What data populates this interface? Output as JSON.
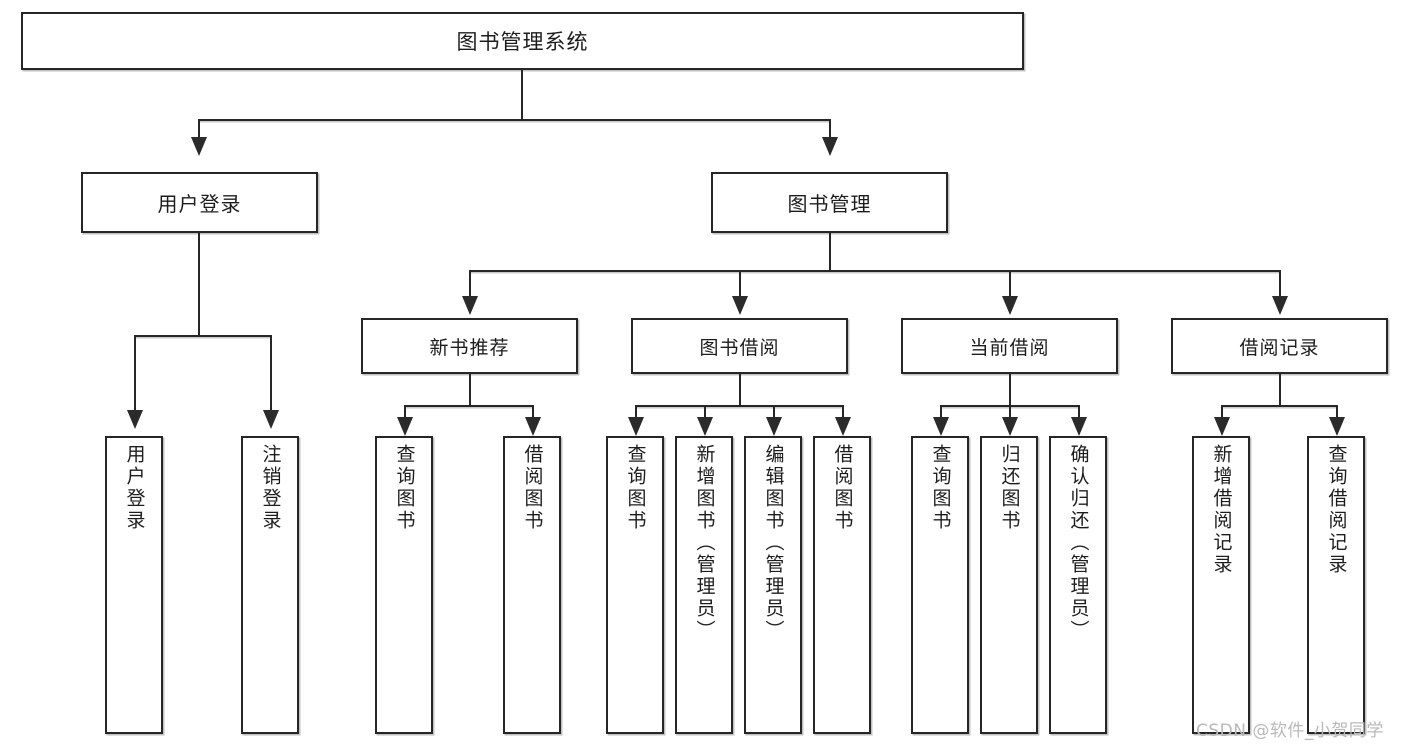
{
  "diagram": {
    "title": "图书管理系统",
    "type": "tree-hierarchy",
    "root": {
      "label": "图书管理系统"
    },
    "level2": [
      {
        "id": "user-login",
        "label": "用户登录"
      },
      {
        "id": "book-management",
        "label": "图书管理"
      }
    ],
    "level3": [
      {
        "id": "new-book-recommend",
        "label": "新书推荐",
        "parent": "book-management"
      },
      {
        "id": "book-borrow",
        "label": "图书借阅",
        "parent": "book-management"
      },
      {
        "id": "current-borrow",
        "label": "当前借阅",
        "parent": "book-management"
      },
      {
        "id": "borrow-record",
        "label": "借阅记录",
        "parent": "book-management"
      }
    ],
    "leaves": [
      {
        "id": "leaf-user-login",
        "label": "用户登录",
        "parent": "user-login"
      },
      {
        "id": "leaf-user-logout",
        "label": "注销登录",
        "parent": "user-login"
      },
      {
        "id": "leaf-query-book-1",
        "label": "查询图书",
        "parent": "new-book-recommend"
      },
      {
        "id": "leaf-borrow-book-1",
        "label": "借阅图书",
        "parent": "new-book-recommend"
      },
      {
        "id": "leaf-query-book-2",
        "label": "查询图书",
        "parent": "book-borrow"
      },
      {
        "id": "leaf-add-book",
        "label": "新增图书（管理员）",
        "parent": "book-borrow"
      },
      {
        "id": "leaf-edit-book",
        "label": "编辑图书（管理员）",
        "parent": "book-borrow"
      },
      {
        "id": "leaf-borrow-book-2",
        "label": "借阅图书",
        "parent": "book-borrow"
      },
      {
        "id": "leaf-query-book-3",
        "label": "查询图书",
        "parent": "current-borrow"
      },
      {
        "id": "leaf-return-book",
        "label": "归还图书",
        "parent": "current-borrow"
      },
      {
        "id": "leaf-confirm-return",
        "label": "确认归还（管理员）",
        "parent": "current-borrow"
      },
      {
        "id": "leaf-add-borrow-record",
        "label": "新增借阅记录",
        "parent": "borrow-record"
      },
      {
        "id": "leaf-query-borrow-record",
        "label": "查询借阅记录",
        "parent": "borrow-record"
      }
    ],
    "watermark": "CSDN @软件_小贺同学",
    "colors": {
      "border": "#262626",
      "text": "#1d1d1d",
      "background": "#ffffff",
      "watermark": "#b9b9b9"
    }
  }
}
